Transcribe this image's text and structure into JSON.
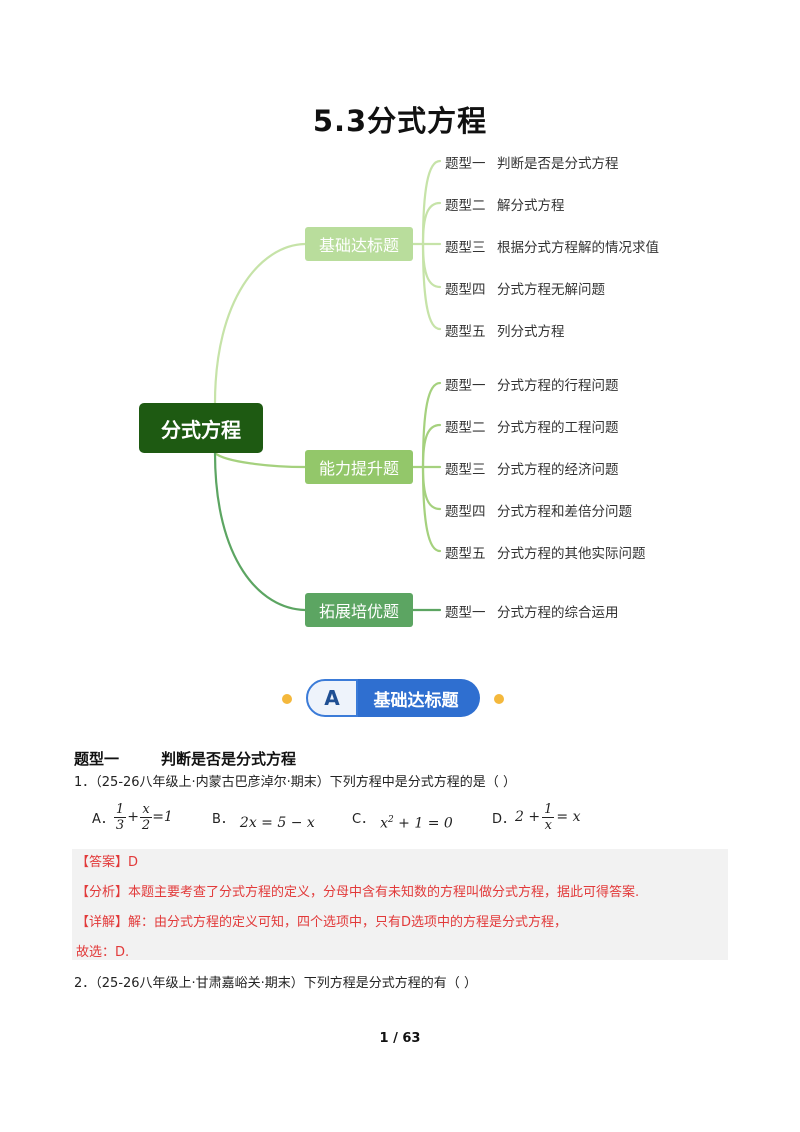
{
  "title": "5.3分式方程",
  "mindmap": {
    "root": "分式方程",
    "branches": [
      {
        "label": "基础达标题",
        "items": [
          {
            "tag": "题型一",
            "text": "判断是否是分式方程"
          },
          {
            "tag": "题型二",
            "text": "解分式方程"
          },
          {
            "tag": "题型三",
            "text": "根据分式方程解的情况求值"
          },
          {
            "tag": "题型四",
            "text": "分式方程无解问题"
          },
          {
            "tag": "题型五",
            "text": "列分式方程"
          }
        ]
      },
      {
        "label": "能力提升题",
        "items": [
          {
            "tag": "题型一",
            "text": "分式方程的行程问题"
          },
          {
            "tag": "题型二",
            "text": "分式方程的工程问题"
          },
          {
            "tag": "题型三",
            "text": "分式方程的经济问题"
          },
          {
            "tag": "题型四",
            "text": "分式方程和差倍分问题"
          },
          {
            "tag": "题型五",
            "text": "分式方程的其他实际问题"
          }
        ]
      },
      {
        "label": "拓展培优题",
        "items": [
          {
            "tag": "题型一",
            "text": "分式方程的综合运用"
          }
        ]
      }
    ]
  },
  "banner": {
    "letter": "A",
    "text": "基础达标题"
  },
  "section": {
    "tag": "题型一",
    "title": "判断是否是分式方程"
  },
  "q1": {
    "stem": "1．（25-26八年级上·内蒙古巴彦淖尔·期末）下列方程中是分式方程的是（    ）",
    "options": {
      "a_label": "A．",
      "a_n1": "1",
      "a_d1": "3",
      "a_plus": "+",
      "a_n2": "x",
      "a_d2": "2",
      "a_rhs": "=1",
      "b_label": "B．",
      "b_expr": "2x = 5 − x",
      "c_label": "C．",
      "c_base": "x",
      "c_exp": "2",
      "c_rest": " + 1 = 0",
      "d_label": "D．",
      "d_pre": "2 +",
      "d_n": "1",
      "d_d": "x",
      "d_rhs": "= x"
    }
  },
  "answer": {
    "line1": "【答案】D",
    "line2": "【分析】本题主要考查了分式方程的定义，分母中含有未知数的方程叫做分式方程，据此可得答案.",
    "line3": "【详解】解：由分式方程的定义可知，四个选项中，只有D选项中的方程是分式方程，",
    "line4": "故选：D."
  },
  "q2": {
    "stem": "2．（25-26八年级上·甘肃嘉峪关·期末）下列方程是分式方程的有（      ）"
  },
  "page": "1 / 63"
}
